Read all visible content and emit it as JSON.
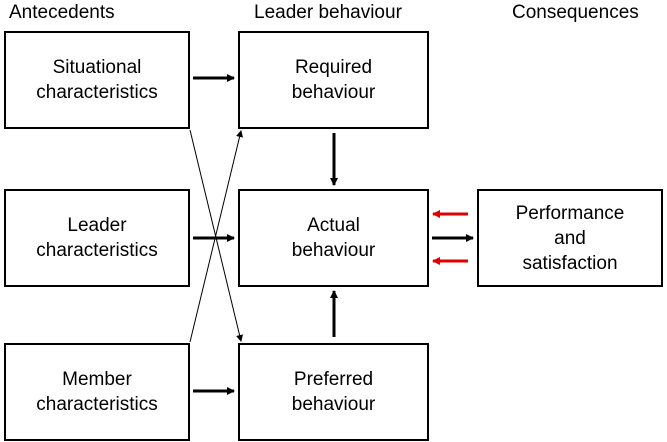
{
  "headers": {
    "antecedents": "Antecedents",
    "leader_behaviour": "Leader behaviour",
    "consequences": "Consequences"
  },
  "boxes": {
    "situational": "Situational\ncharacteristics",
    "leader": "Leader\ncharacteristics",
    "member": "Member\ncharacteristics",
    "required": "Required\nbehaviour",
    "actual": "Actual\nbehaviour",
    "preferred": "Preferred\nbehaviour",
    "performance": "Performance\nand\nsatisfaction"
  },
  "colors": {
    "arrow": "#000000",
    "feedback_arrow": "#e00000"
  }
}
